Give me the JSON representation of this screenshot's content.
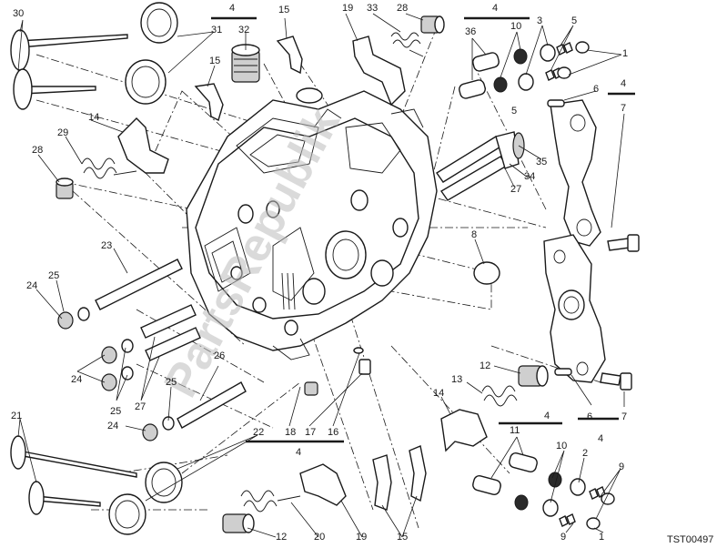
{
  "watermark": "PartsRepublik",
  "drawing_code": "TST00497",
  "callouts": {
    "c30": "30",
    "c31": "31",
    "c32": "32",
    "c4a": "4",
    "c15a": "15",
    "c15b": "15",
    "c19a": "19",
    "c33": "33",
    "c28a": "28",
    "c4b": "4",
    "c36": "36",
    "c10a": "10",
    "c3": "3",
    "c5a": "5",
    "c1a": "1",
    "c5b": "5",
    "c6a": "6",
    "c4c": "4",
    "c7a": "7",
    "c14a": "14",
    "c29": "29",
    "c28b": "28",
    "c35": "35",
    "c34": "34",
    "c27a": "27",
    "c8": "8",
    "c23": "23",
    "c25a": "25",
    "c24a": "24",
    "c24b": "24",
    "c25b": "25",
    "c27b": "27",
    "c25c": "25",
    "c26": "26",
    "c24c": "24",
    "c12a": "12",
    "c13": "13",
    "c14b": "14",
    "c6b": "6",
    "c4d": "4",
    "c7b": "7",
    "c21": "21",
    "c22": "22",
    "c18": "18",
    "c17": "17",
    "c16": "16",
    "c4e": "4",
    "c4f": "4",
    "c11": "11",
    "c10b": "10",
    "c2": "2",
    "c9a": "9",
    "c9b": "9",
    "c1b": "1",
    "c12b": "12",
    "c20": "20",
    "c19b": "19",
    "c15c": "15"
  },
  "colors": {
    "line": "#1a1a1a",
    "fill": "#ffffff",
    "shade": "#cfcfcf",
    "watermark": "#bdbdbd"
  }
}
